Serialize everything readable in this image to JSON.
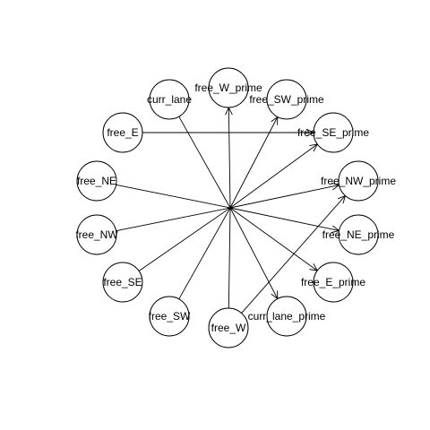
{
  "graph": {
    "nodes": [
      {
        "id": "curr_lane",
        "label": "curr_lane"
      },
      {
        "id": "free_W_prime",
        "label": "free_W_prime"
      },
      {
        "id": "free_SW_prime",
        "label": "free_SW_prime"
      },
      {
        "id": "free_SE_prime",
        "label": "free_SE_prime"
      },
      {
        "id": "free_NW_prime",
        "label": "free_NW_prime"
      },
      {
        "id": "free_NE_prime",
        "label": "free_NE_prime"
      },
      {
        "id": "free_E_prime",
        "label": "free_E_prime"
      },
      {
        "id": "curr_lane_prime",
        "label": "curr_lane_prime"
      },
      {
        "id": "free_W",
        "label": "free_W"
      },
      {
        "id": "free_SW",
        "label": "free_SW"
      },
      {
        "id": "free_SE",
        "label": "free_SE"
      },
      {
        "id": "free_NW",
        "label": "free_NW"
      },
      {
        "id": "free_NE",
        "label": "free_NE"
      },
      {
        "id": "free_E",
        "label": "free_E"
      }
    ],
    "edges": [
      {
        "from": "free_E",
        "to": "free_SE_prime"
      },
      {
        "from": "curr_lane",
        "to": "hub"
      },
      {
        "from": "free_NE",
        "to": "hub"
      },
      {
        "from": "free_NW",
        "to": "hub"
      },
      {
        "from": "free_SE",
        "to": "hub"
      },
      {
        "from": "free_SW",
        "to": "hub"
      },
      {
        "from": "free_W",
        "to": "free_NW_prime"
      },
      {
        "from": "free_W",
        "to": "hub"
      },
      {
        "from": "hub",
        "to": "free_W_prime"
      },
      {
        "from": "hub",
        "to": "free_SW_prime"
      },
      {
        "from": "hub",
        "to": "free_SE_prime"
      },
      {
        "from": "hub",
        "to": "free_NW_prime"
      },
      {
        "from": "hub",
        "to": "free_NE_prime"
      },
      {
        "from": "hub",
        "to": "free_E_prime"
      },
      {
        "from": "hub",
        "to": "curr_lane_prime"
      }
    ]
  }
}
